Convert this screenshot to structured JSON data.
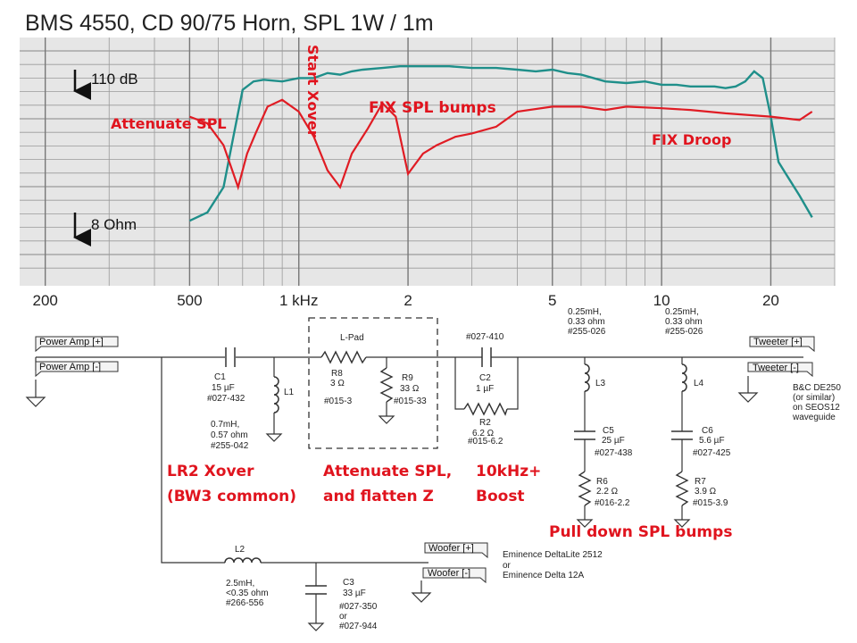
{
  "chart": {
    "title": "BMS 4550, CD 90/75 Horn, SPL 1W / 1m",
    "ref_spl": "110 dB",
    "ref_impedance": "8 Ohm",
    "x_ticks": [
      {
        "label": "200",
        "freq": 200
      },
      {
        "label": "500",
        "freq": 500
      },
      {
        "label": "1 kHz",
        "freq": 1000
      },
      {
        "label": "2",
        "freq": 2000
      },
      {
        "label": "5",
        "freq": 5000
      },
      {
        "label": "10",
        "freq": 10000
      },
      {
        "label": "20",
        "freq": 20000
      }
    ],
    "annotations": {
      "attenuate": "Attenuate SPL",
      "start_xover": "Start Xover",
      "fix_bumps": "FIX  SPL bumps",
      "fix_droop": "FIX Droop"
    },
    "colors": {
      "spl": "#1f8f8a",
      "impedance": "#e01c24",
      "annotation": "#e0141e",
      "grid": "#9a9a9a"
    }
  },
  "chart_data": {
    "type": "line",
    "title": "BMS 4550, CD 90/75 Horn, SPL 1W / 1m",
    "x_scale": "log",
    "xlim": [
      170,
      30000
    ],
    "series": [
      {
        "name": "SPL",
        "x": [
          500,
          560,
          620,
          660,
          700,
          750,
          800,
          900,
          1000,
          1100,
          1200,
          1300,
          1400,
          1500,
          1700,
          1900,
          2100,
          2300,
          2600,
          3000,
          3500,
          4000,
          4500,
          5000,
          5500,
          6000,
          7000,
          8000,
          9000,
          10000,
          11000,
          12000,
          13000,
          14000,
          15000,
          16000,
          17000,
          18000,
          19000,
          20000,
          21000,
          22000,
          24000,
          26000
        ],
        "y": [
          0.1,
          0.15,
          0.3,
          0.6,
          0.88,
          0.93,
          0.94,
          0.93,
          0.95,
          0.95,
          0.98,
          0.97,
          0.99,
          1.0,
          1.01,
          1.02,
          1.02,
          1.02,
          1.02,
          1.01,
          1.01,
          1.0,
          0.99,
          1.0,
          0.98,
          0.97,
          0.93,
          0.92,
          0.93,
          0.91,
          0.91,
          0.9,
          0.9,
          0.9,
          0.89,
          0.9,
          0.93,
          0.99,
          0.95,
          0.72,
          0.45,
          0.38,
          0.25,
          0.12
        ]
      },
      {
        "name": "Impedance",
        "x": [
          500,
          560,
          620,
          680,
          720,
          760,
          820,
          900,
          1000,
          1100,
          1200,
          1300,
          1400,
          1550,
          1700,
          1850,
          2000,
          2200,
          2400,
          2700,
          3000,
          3500,
          4000,
          5000,
          6000,
          7000,
          8000,
          10000,
          12000,
          15000,
          20000,
          24000,
          26000
        ],
        "y": [
          0.72,
          0.68,
          0.55,
          0.3,
          0.5,
          0.62,
          0.78,
          0.82,
          0.75,
          0.6,
          0.4,
          0.3,
          0.5,
          0.65,
          0.8,
          0.72,
          0.38,
          0.5,
          0.55,
          0.6,
          0.62,
          0.66,
          0.75,
          0.78,
          0.78,
          0.76,
          0.78,
          0.77,
          0.76,
          0.74,
          0.72,
          0.7,
          0.75
        ]
      }
    ]
  },
  "schematic": {
    "terminals": {
      "power_pos": "Power Amp [+]",
      "power_neg": "Power Amp [-]",
      "tweeter_pos": "Tweeter [+]",
      "tweeter_neg": "Tweeter [-]",
      "woofer_pos": "Woofer [+]",
      "woofer_neg": "Woofer [-]"
    },
    "lpad_title": "L-Pad",
    "c1": {
      "name": "C1",
      "value": "15 µF",
      "part": "#027-432"
    },
    "l1": {
      "name": "L1",
      "spec": [
        "0.7mH,",
        "0.57 ohm",
        "#255-042"
      ]
    },
    "r8": {
      "name": "R8",
      "value": "3 Ω",
      "part": "#015-3"
    },
    "r9": {
      "name": "R9",
      "value": "33 Ω",
      "part": "#015-33"
    },
    "c2": {
      "name": "C2",
      "value": "1 µF",
      "part": "#027-410"
    },
    "r2": {
      "name": "R2",
      "value": "6.2 Ω",
      "part": "#015-6.2"
    },
    "l3": {
      "name": "L3",
      "spec": [
        "0.25mH,",
        "0.33 ohm",
        "#255-026"
      ]
    },
    "c5": {
      "name": "C5",
      "value": "25 µF",
      "part": "#027-438"
    },
    "r6": {
      "name": "R6",
      "value": "2.2 Ω",
      "part": "#016-2.2"
    },
    "l4": {
      "name": "L4",
      "spec": [
        "0.25mH,",
        "0.33 ohm",
        "#255-026"
      ]
    },
    "c6": {
      "name": "C6",
      "value": "5.6 µF",
      "part": "#027-425"
    },
    "r7": {
      "name": "R7",
      "value": "3.9 Ω",
      "part": "#015-3.9"
    },
    "l2": {
      "name": "L2",
      "spec": [
        "2.5mH,",
        "<0.35 ohm",
        "#266-556"
      ]
    },
    "c3": {
      "name": "C3",
      "value": "33 µF",
      "part": [
        "#027-350",
        "or",
        "#027-944"
      ]
    },
    "tweeter_note": [
      "B&C DE250",
      "(or similar)",
      "on SEOS12",
      "waveguide"
    ],
    "woofer_note": [
      "Eminence DeltaLite 2512",
      "or",
      "Eminence Delta 12A"
    ],
    "labels": {
      "lr2": [
        "LR2 Xover",
        "(BW3 common)"
      ],
      "attenuate": [
        "Attenuate SPL,",
        "and  flatten Z"
      ],
      "boost": [
        "10kHz+",
        "Boost"
      ],
      "pull_down": "Pull down SPL bumps"
    }
  }
}
